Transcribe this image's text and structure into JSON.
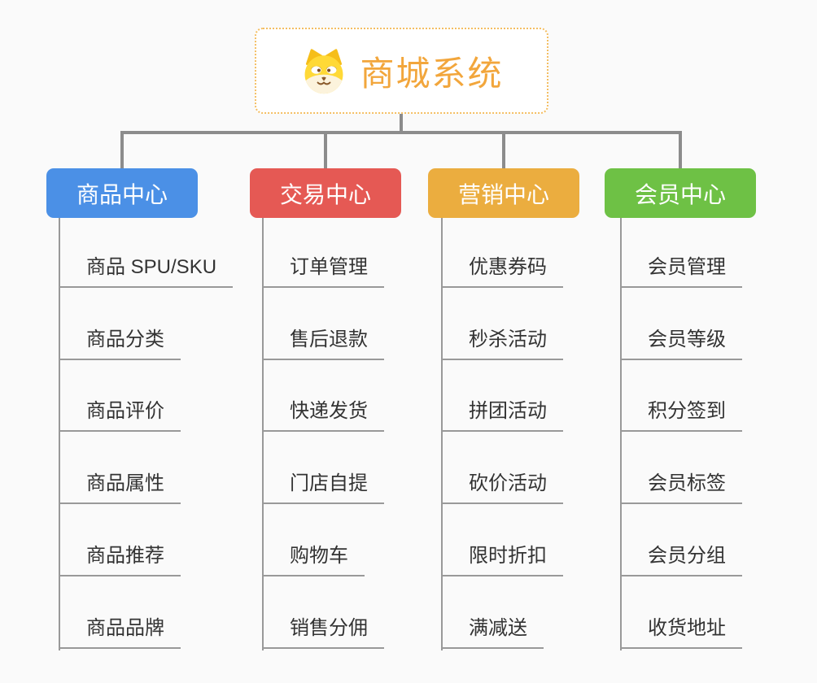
{
  "page": {
    "background": "#FAFAFA"
  },
  "root": {
    "title": "商城系统",
    "icon": "dog-face-icon",
    "text_color": "#F2A63C",
    "border_color": "#F4BE62"
  },
  "connector_color": "#8C8C8C",
  "leaf_style": {
    "text_color": "#333333",
    "line_color": "#999999"
  },
  "branches": [
    {
      "label": "商品中心",
      "color": "#4B90E6",
      "items": [
        "商品 SPU/SKU",
        "商品分类",
        "商品评价",
        "商品属性",
        "商品推荐",
        "商品品牌"
      ]
    },
    {
      "label": "交易中心",
      "color": "#E55954",
      "items": [
        "订单管理",
        "售后退款",
        "快递发货",
        "门店自提",
        "购物车",
        "销售分佣"
      ]
    },
    {
      "label": "营销中心",
      "color": "#EBAD3F",
      "items": [
        "优惠券码",
        "秒杀活动",
        "拼团活动",
        "砍价活动",
        "限时折扣",
        "满减送"
      ]
    },
    {
      "label": "会员中心",
      "color": "#6EC145",
      "items": [
        "会员管理",
        "会员等级",
        "积分签到",
        "会员标签",
        "会员分组",
        "收货地址"
      ]
    }
  ]
}
